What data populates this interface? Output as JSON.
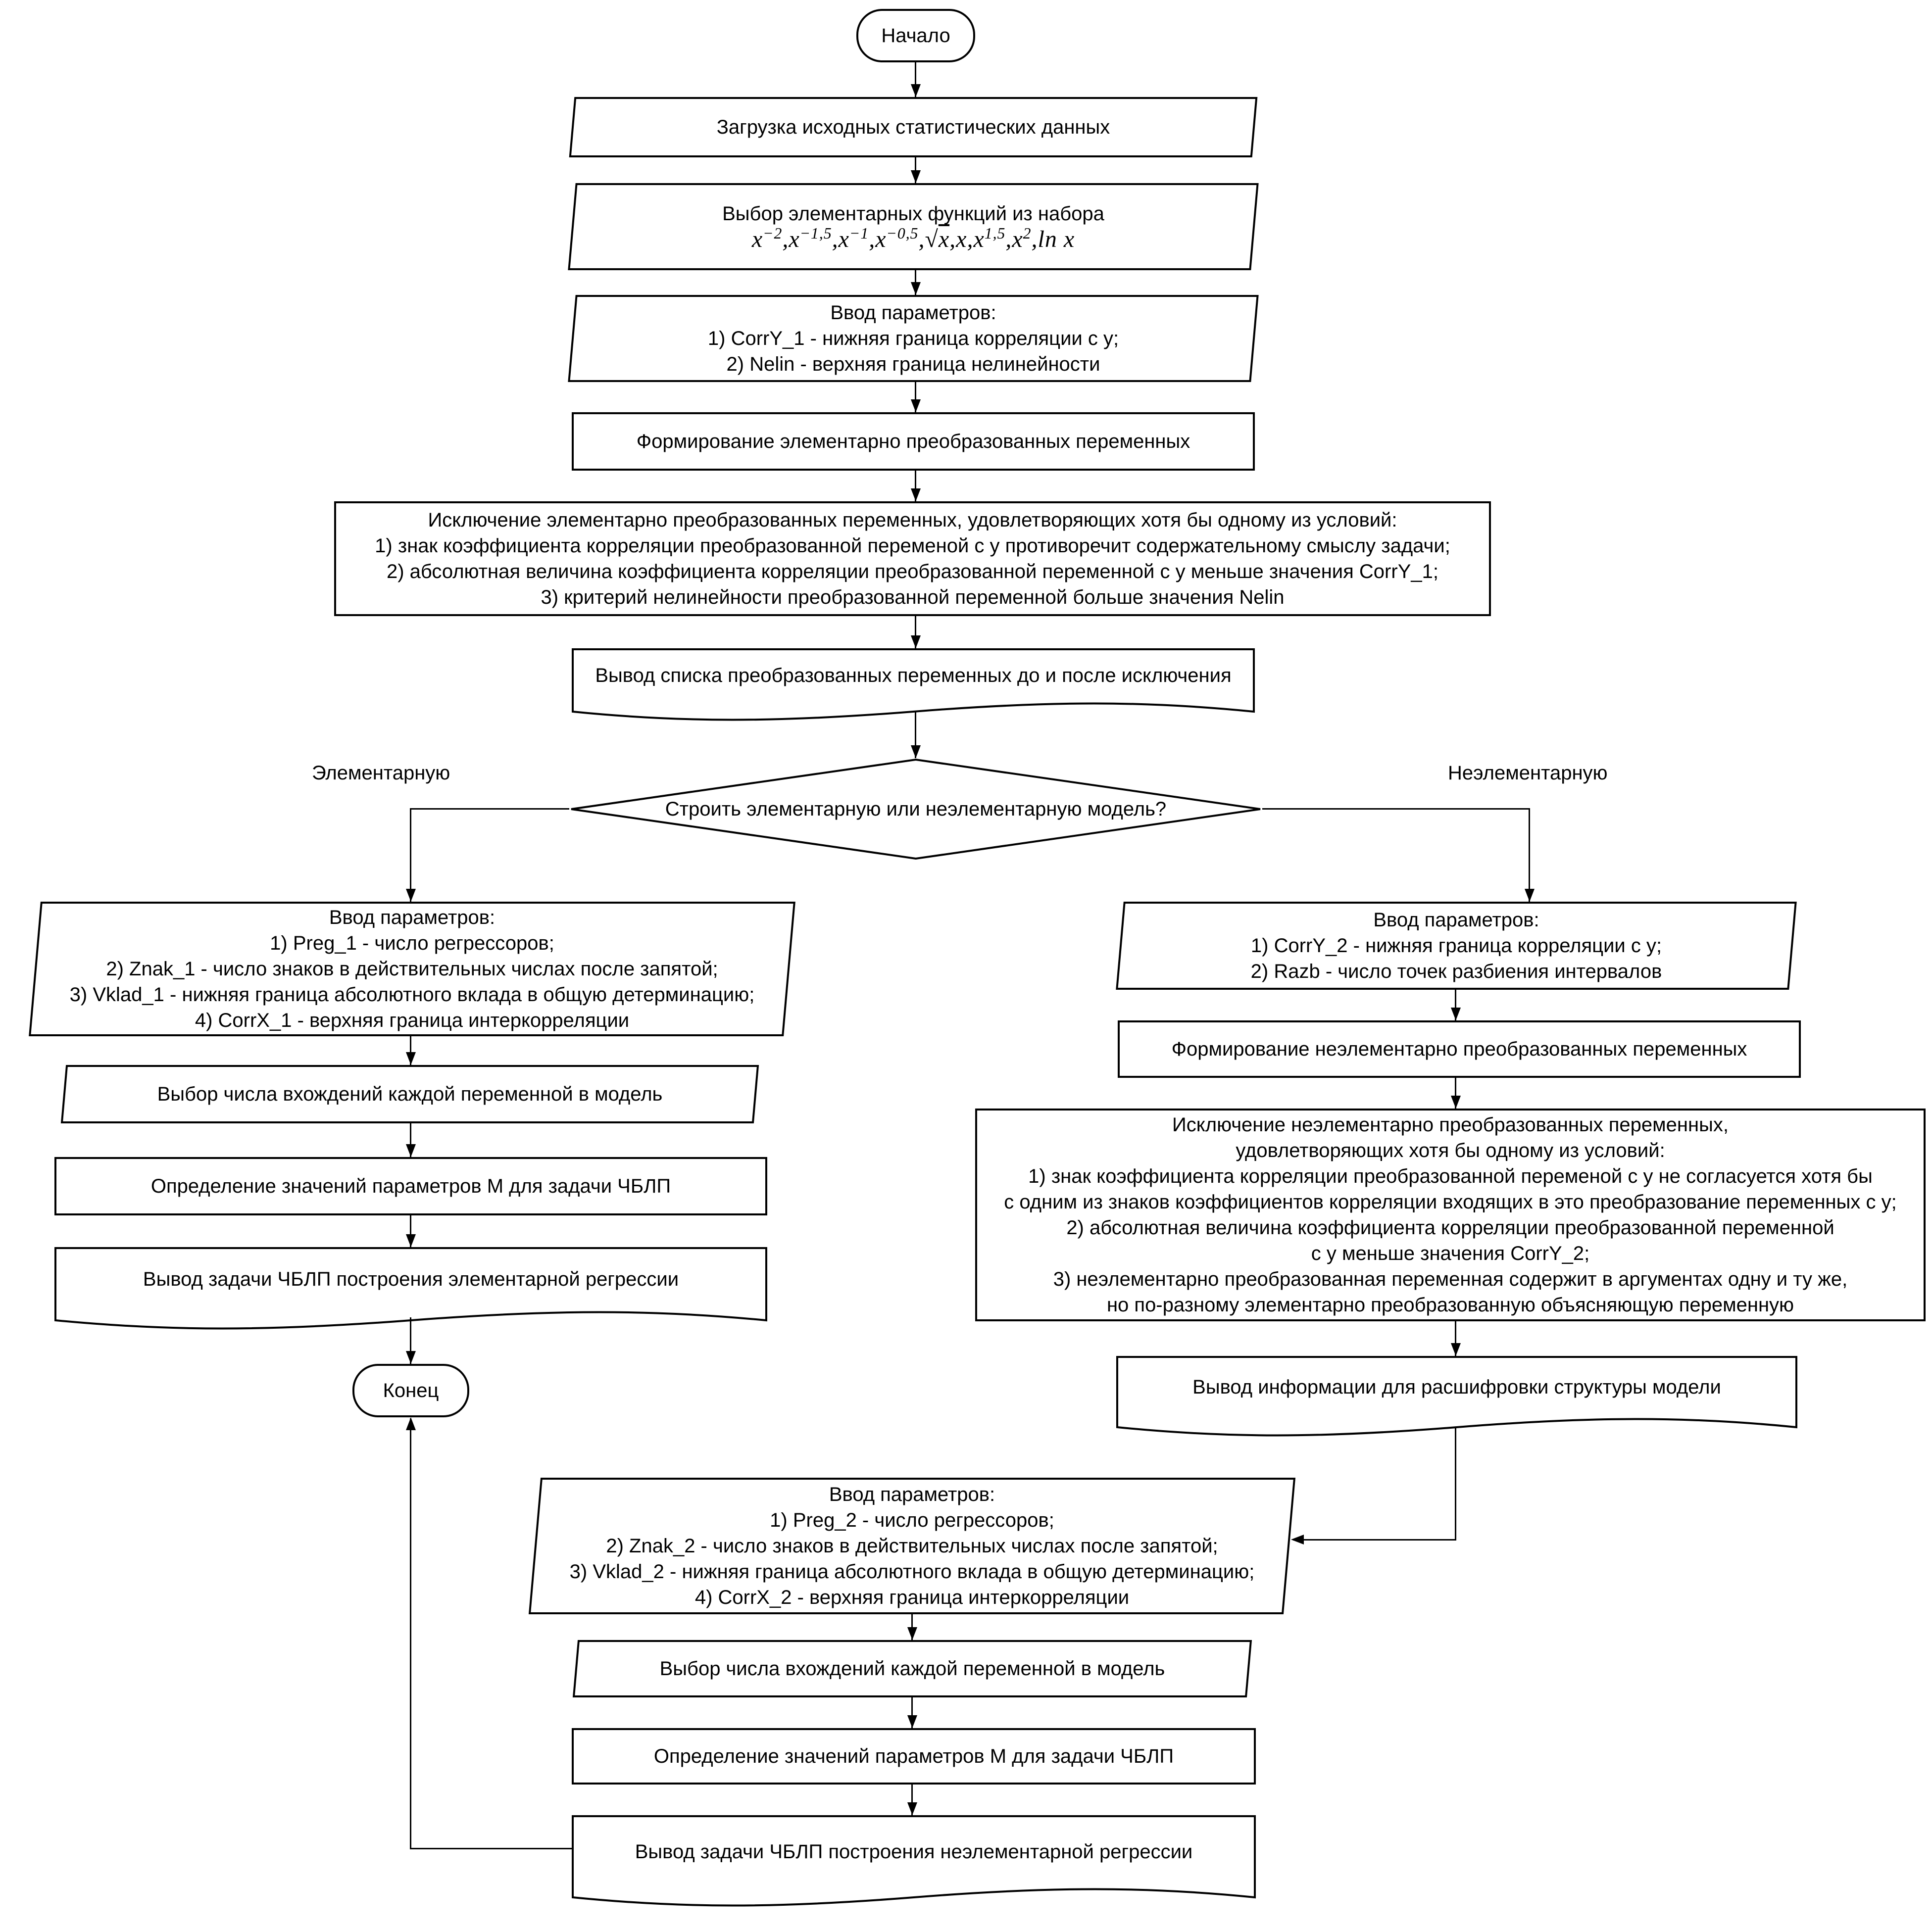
{
  "colors": {
    "line": "#000000",
    "background": "#ffffff"
  },
  "flow": {
    "start": "Начало",
    "load": "Загрузка исходных статистических данных",
    "select_funcs": {
      "title": "Выбор элементарных функций из набора",
      "formula_tokens": [
        {
          "base": "x",
          "sup": "−2"
        },
        {
          "base": "x",
          "sup": "−1,5"
        },
        {
          "base": "x",
          "sup": "−1"
        },
        {
          "base": "x",
          "sup": "−0,5"
        },
        {
          "base": "x",
          "radical": true
        },
        {
          "base": "x"
        },
        {
          "base": "x",
          "sup": "1,5"
        },
        {
          "base": "x",
          "sup": "2"
        },
        {
          "base": "ln x"
        }
      ]
    },
    "input1": {
      "lines": [
        "Ввод параметров:",
        "1) CorrY_1 - нижняя граница корреляции с y;",
        "2) Nelin - верхняя граница нелинейности"
      ]
    },
    "form_elem": "Формирование элементарно преобразованных переменных",
    "exclude_elem": {
      "lines": [
        "Исключение элементарно преобразованных переменных, удовлетворяющих хотя бы одному из условий:",
        "1) знак коэффициента корреляции преобразованной переменой с y противоречит содержательному смыслу задачи;",
        "2) абсолютная величина коэффициента корреляции преобразованной переменной с y меньше значения CorrY_1;",
        "3) критерий нелинейности преобразованной переменной больше значения Nelin"
      ]
    },
    "output_list": "Вывод списка преобразованных переменных до и после исключения",
    "decision": "Строить элементарную или неэлементарную модель?",
    "branch_left_label": "Элементарную",
    "branch_right_label": "Неэлементарную",
    "left": {
      "input": {
        "lines": [
          "Ввод параметров:",
          "1) Preg_1 - число регрессоров;",
          "2) Znak_1 - число знаков в действительных числах после запятой;",
          "3) Vklad_1 - нижняя граница абсолютного вклада в общую детерминацию;",
          "4) CorrX_1 - верхняя граница интеркорреляции"
        ]
      },
      "choose": "Выбор числа вхождений каждой переменной в модель",
      "define": "Определение значений параметров M для задачи ЧБЛП",
      "output": "Вывод задачи ЧБЛП построения элементарной регрессии",
      "end": "Конец"
    },
    "right": {
      "input": {
        "lines": [
          "Ввод параметров:",
          "1) CorrY_2 - нижняя граница корреляции с y;",
          "2) Razb - число точек разбиения интервалов"
        ]
      },
      "form": "Формирование неэлементарно преобразованных переменных",
      "exclude": {
        "lines": [
          "Исключение неэлементарно преобразованных переменных,",
          "удовлетворяющих хотя бы одному из условий:",
          "1) знак коэффициента корреляции преобразованной переменой с y не согласуется хотя бы",
          "с одним из знаков коэффициентов корреляции входящих в это преобразование переменных с y;",
          "2) абсолютная величина коэффициента корреляции преобразованной переменной",
          "с y меньше значения CorrY_2;",
          "3) неэлементарно преобразованная переменная содержит в аргументах одну и ту же,",
          "но по-разному элементарно преобразованную объясняющую переменную"
        ]
      },
      "output_info": "Вывод информации для расшифровки структуры модели",
      "input2": {
        "lines": [
          "Ввод параметров:",
          "1) Preg_2 - число регрессоров;",
          "2) Znak_2 - число знаков в действительных числах после запятой;",
          "3) Vklad_2 - нижняя граница абсолютного вклада в общую детерминацию;",
          "4) CorrX_2 - верхняя граница интеркорреляции"
        ]
      },
      "choose": "Выбор числа вхождений каждой переменной в модель",
      "define": "Определение значений параметров M для задачи ЧБЛП",
      "output": "Вывод задачи ЧБЛП построения неэлементарной регрессии"
    }
  }
}
